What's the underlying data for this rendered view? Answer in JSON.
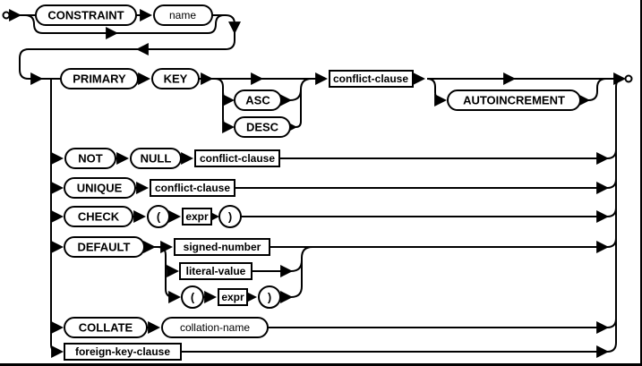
{
  "diagram": {
    "kind": "railroad-syntax-diagram",
    "colors": {
      "line": "#000000",
      "background": "#ffffff",
      "box_fill": "#ffffff"
    },
    "labels": {
      "constraint": "CONSTRAINT",
      "name": "name",
      "primary": "PRIMARY",
      "key": "KEY",
      "asc": "ASC",
      "desc": "DESC",
      "conflict_clause_pk": "conflict-clause",
      "autoincrement": "AUTOINCREMENT",
      "not": "NOT",
      "null": "NULL",
      "conflict_clause_notnull": "conflict-clause",
      "unique": "UNIQUE",
      "conflict_clause_unique": "conflict-clause",
      "check": "CHECK",
      "lparen_check": "(",
      "expr_check": "expr",
      "rparen_check": ")",
      "default": "DEFAULT",
      "signed_number": "signed-number",
      "literal_value": "literal-value",
      "lparen_default": "(",
      "expr_default": "expr",
      "rparen_default": ")",
      "collate": "COLLATE",
      "collation_name": "collation-name",
      "foreign_key_clause": "foreign-key-clause"
    },
    "branches": [
      "CONSTRAINT name (optional prefix)",
      "PRIMARY KEY [ASC|DESC] conflict-clause [AUTOINCREMENT]",
      "NOT NULL conflict-clause",
      "UNIQUE conflict-clause",
      "CHECK ( expr )",
      "DEFAULT ( signed-number | literal-value | ( expr ) )",
      "COLLATE collation-name",
      "foreign-key-clause"
    ]
  }
}
